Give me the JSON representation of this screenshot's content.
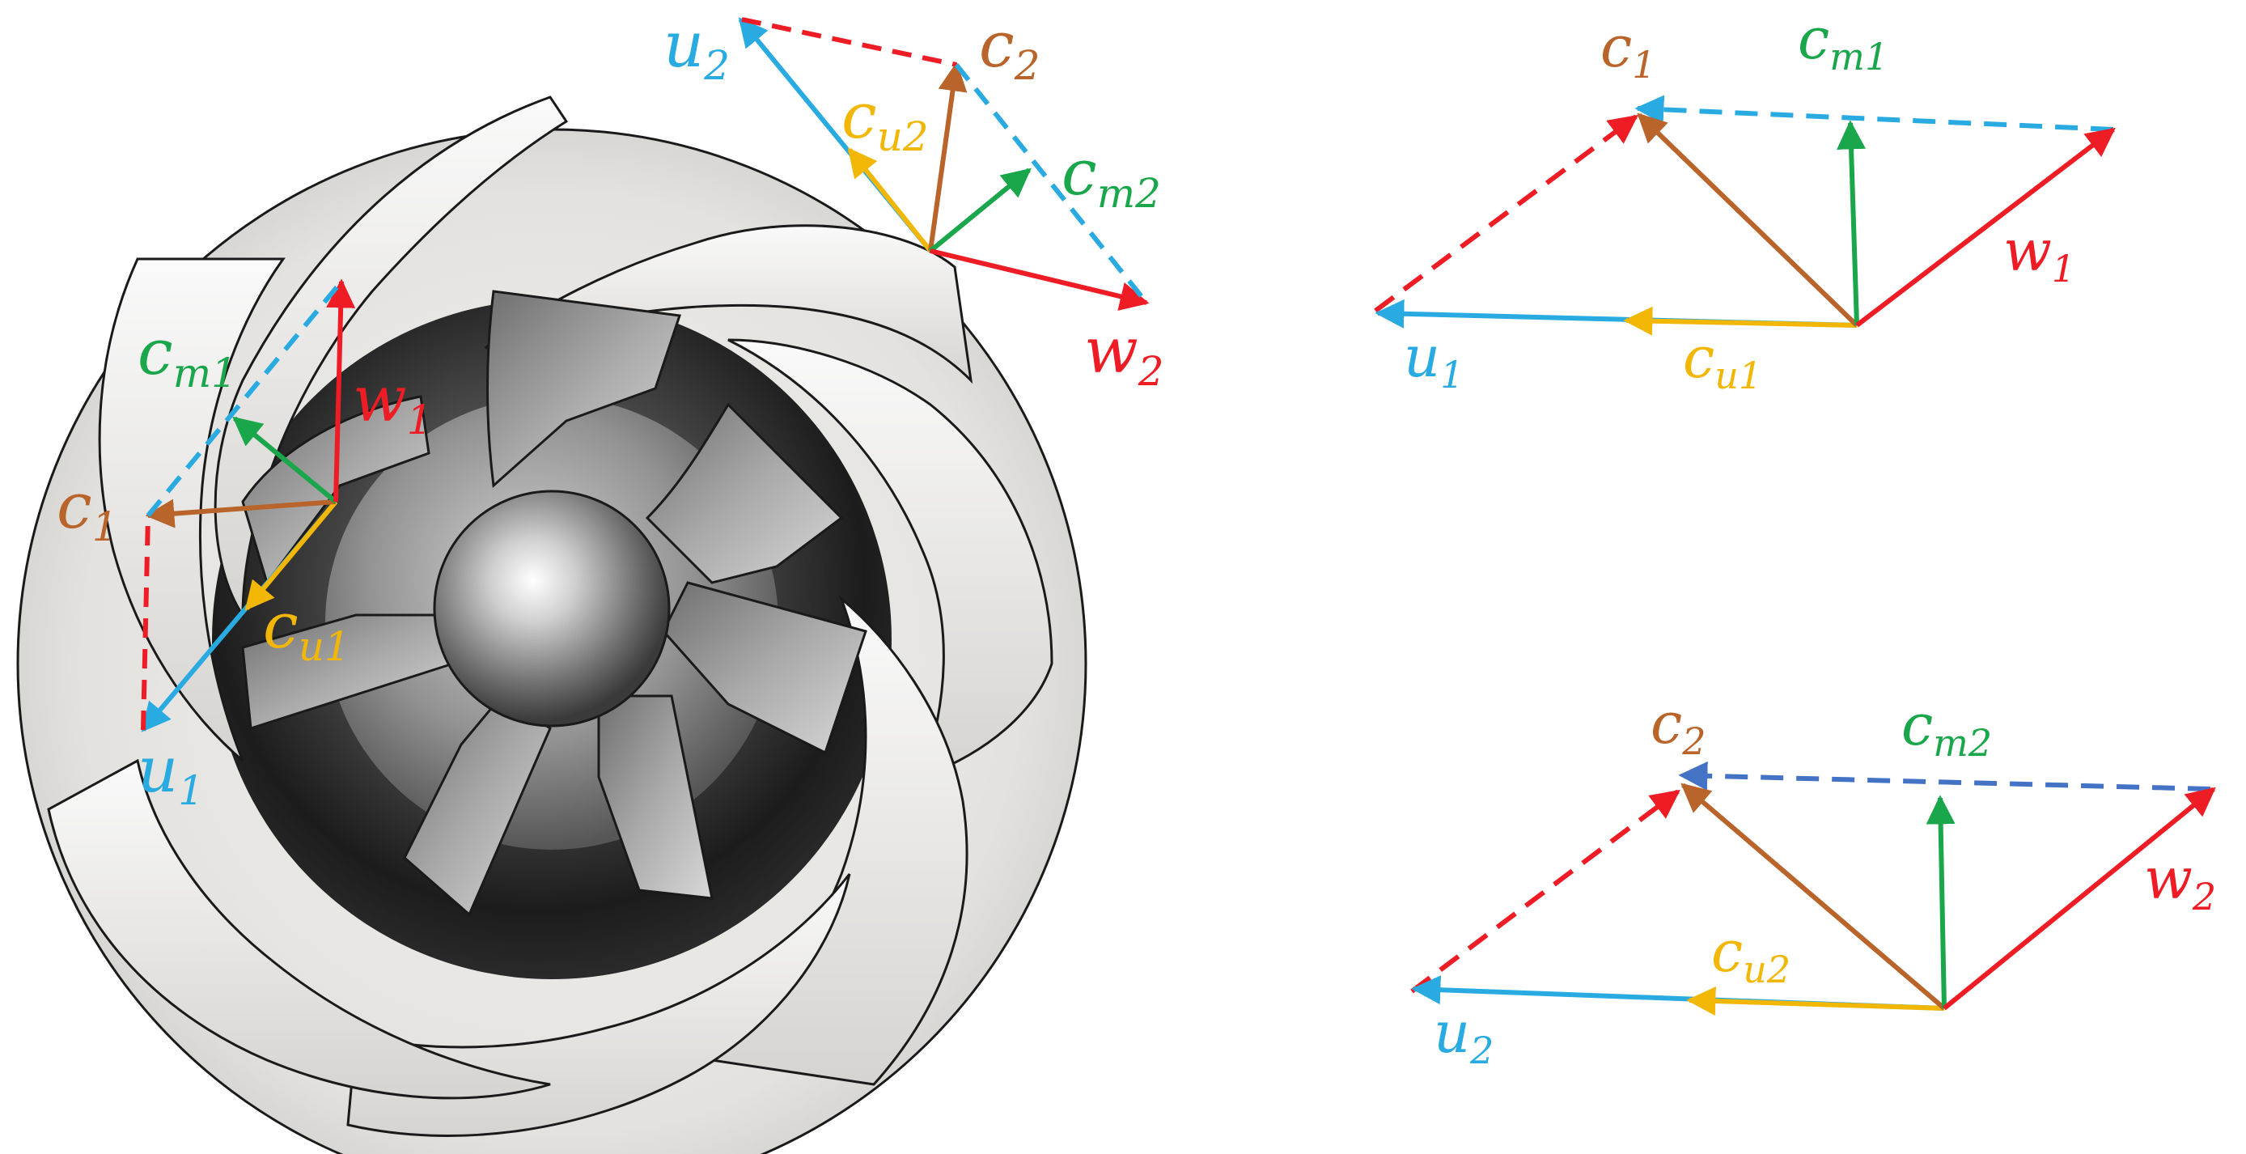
{
  "colors": {
    "u": "#29abe2",
    "c": "#b8642a",
    "cm": "#1aa64a",
    "cu": "#f2b705",
    "w": "#ee1c24",
    "dashed_top": "#29abe2",
    "dashed_bottom": "#4472c4",
    "impeller_light": "#e8e6e3",
    "impeller_dark": "#2a2a2a"
  },
  "labels": {
    "inlet_outlet": {
      "u1": {
        "base": "u",
        "sub": "1"
      },
      "c1": {
        "base": "c",
        "sub": "1"
      },
      "cm1": {
        "base": "c",
        "sub": "m1"
      },
      "cu1": {
        "base": "c",
        "sub": "u1"
      },
      "w1": {
        "base": "w",
        "sub": "1"
      },
      "u2": {
        "base": "u",
        "sub": "2"
      },
      "c2": {
        "base": "c",
        "sub": "2"
      },
      "cm2": {
        "base": "c",
        "sub": "m2"
      },
      "cu2": {
        "base": "c",
        "sub": "u2"
      },
      "w2": {
        "base": "w",
        "sub": "2"
      }
    },
    "triangle_inlet": {
      "c": {
        "base": "c",
        "sub": "1"
      },
      "cm": {
        "base": "c",
        "sub": "m1"
      },
      "w": {
        "base": "w",
        "sub": "1"
      },
      "u": {
        "base": "u",
        "sub": "1"
      },
      "cu": {
        "base": "c",
        "sub": "u1"
      }
    },
    "triangle_outlet": {
      "c": {
        "base": "c",
        "sub": "2"
      },
      "cm": {
        "base": "c",
        "sub": "m2"
      },
      "w": {
        "base": "w",
        "sub": "2"
      },
      "u": {
        "base": "u",
        "sub": "2"
      },
      "cu": {
        "base": "c",
        "sub": "u2"
      }
    }
  }
}
